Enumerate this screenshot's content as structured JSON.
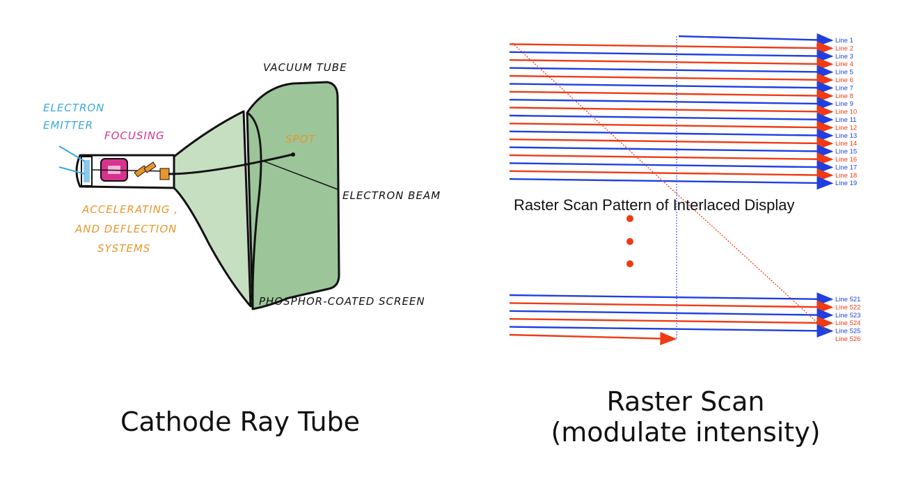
{
  "crt": {
    "caption": "Cathode Ray Tube",
    "labels": {
      "vacuum_tube": "VACUUM TUBE",
      "electron_emitter_1": "ELECTRON",
      "electron_emitter_2": "EMITTER",
      "focusing": "FOCUSING",
      "spot": "SPOT",
      "electron_beam": "ELECTRON BEAM",
      "accelerating_1": "ACCELERATING ,",
      "accelerating_2": "AND DEFLECTION",
      "accelerating_3": "SYSTEMS",
      "phosphor_screen": "PHOSPHOR-COATED SCREEN"
    },
    "colors": {
      "screen": "#9cc59a",
      "cone": "#c7dfc1",
      "emitter": "#3aa7e0",
      "focusing": "#d6338e",
      "accelerating": "#e8962b",
      "ink": "#111111"
    }
  },
  "raster": {
    "caption_line1": "Raster Scan",
    "caption_line2": "(modulate intensity)",
    "pattern_label": "Raster Scan Pattern of Interlaced Display",
    "top_lines": [
      "Line 1",
      "Line 2",
      "Line 3",
      "Line 4",
      "Line 5",
      "Line 6",
      "Line 7",
      "Line 8",
      "Line 9",
      "Line 10",
      "Line 11",
      "Line 12",
      "Line 13",
      "Line 14",
      "Line 15",
      "Line 16",
      "Line 17",
      "Line 18",
      "Line 19"
    ],
    "bottom_lines": [
      "Line 521",
      "Line 522",
      "Line 523",
      "Line 524",
      "Line 525",
      "Line 526"
    ],
    "colors": {
      "odd_field": "#1f3fe0",
      "even_field": "#f03a14"
    }
  }
}
